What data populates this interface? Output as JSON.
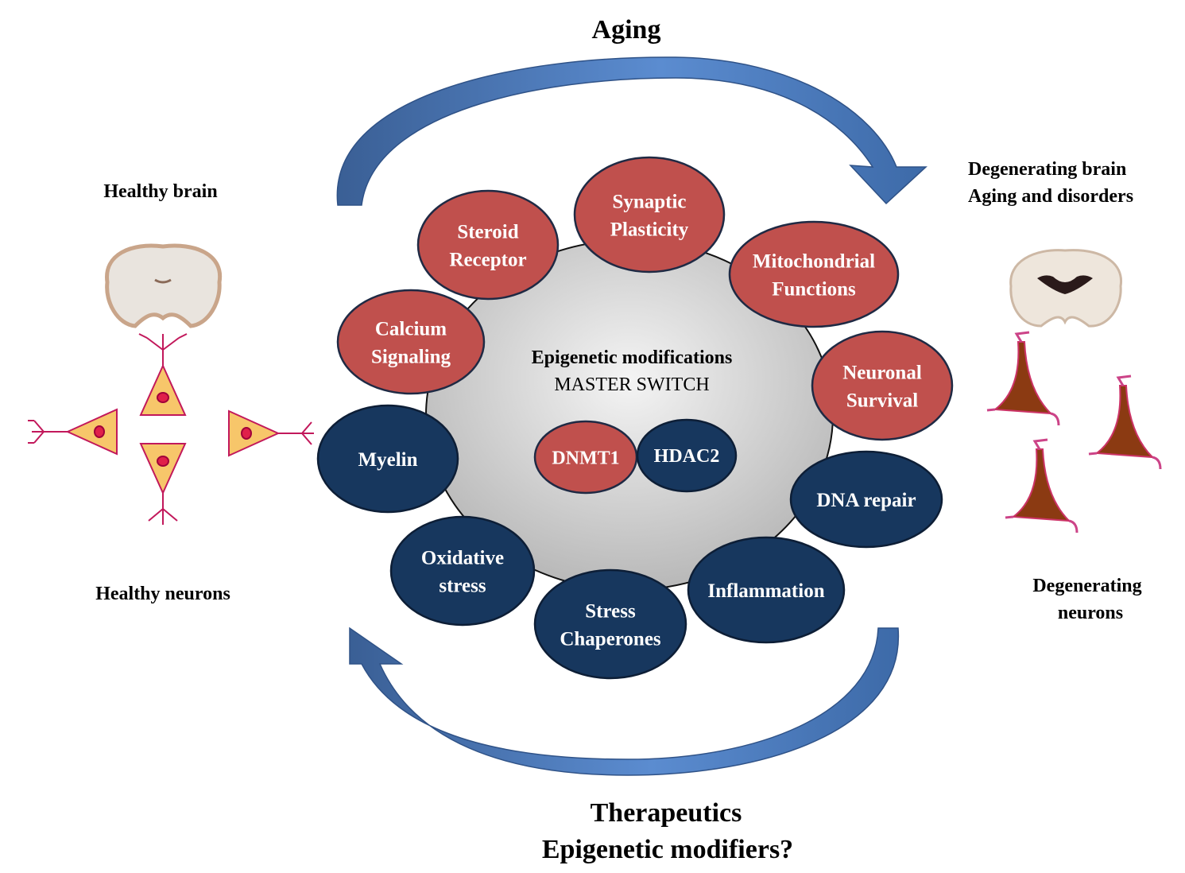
{
  "top_label": "Aging",
  "bottom_label": [
    "Therapeutics",
    "Epigenetic modifiers?"
  ],
  "left": {
    "brain_label": "Healthy brain",
    "neurons_label": "Healthy neurons"
  },
  "right": {
    "brain_label": [
      "Degenerating brain",
      "Aging and disorders"
    ],
    "neurons_label": [
      "Degenerating",
      "neurons"
    ]
  },
  "center": {
    "title": [
      "Epigenetic modifications",
      "MASTER SWITCH"
    ],
    "enzymes": [
      "DNMT1",
      "HDAC2"
    ]
  },
  "nodes": [
    {
      "id": "steroid-receptor",
      "lines": [
        "Steroid",
        "Receptor"
      ],
      "type": "red"
    },
    {
      "id": "synaptic-plasticity",
      "lines": [
        "Synaptic",
        "Plasticity"
      ],
      "type": "red"
    },
    {
      "id": "mitochondrial-functions",
      "lines": [
        "Mitochondrial",
        "Functions"
      ],
      "type": "red"
    },
    {
      "id": "calcium-signaling",
      "lines": [
        "Calcium",
        "Signaling"
      ],
      "type": "red"
    },
    {
      "id": "neuronal-survival",
      "lines": [
        "Neuronal",
        "Survival"
      ],
      "type": "red"
    },
    {
      "id": "myelin",
      "lines": [
        "Myelin"
      ],
      "type": "navy"
    },
    {
      "id": "dna-repair",
      "lines": [
        "DNA repair"
      ],
      "type": "navy"
    },
    {
      "id": "oxidative-stress",
      "lines": [
        "Oxidative",
        "stress"
      ],
      "type": "navy"
    },
    {
      "id": "inflammation",
      "lines": [
        "Inflammation"
      ],
      "type": "navy"
    },
    {
      "id": "stress-chaperones",
      "lines": [
        "Stress",
        "Chaperones"
      ],
      "type": "navy"
    }
  ],
  "colors": {
    "red": "#c0504d",
    "navy": "#17375e",
    "arrow": "#4a7ab8"
  }
}
